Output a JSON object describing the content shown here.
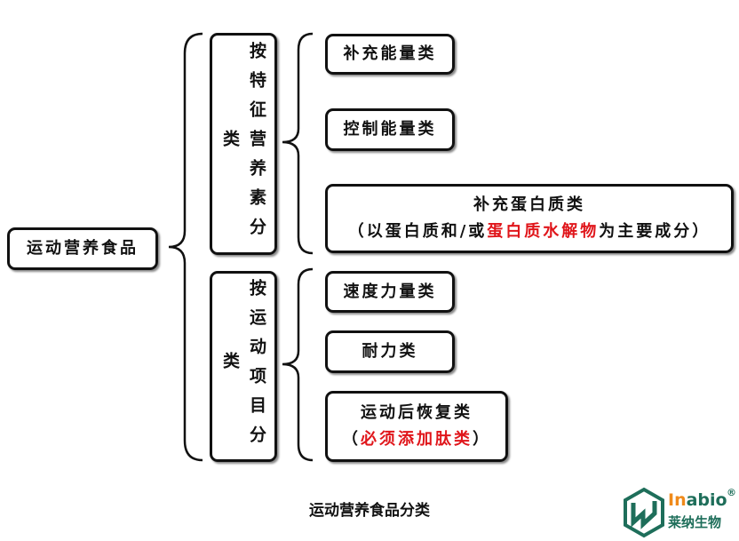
{
  "root": "运动营养食品",
  "group1": {
    "label": "按特征营养素分类",
    "items": [
      {
        "label": "补充能量类"
      },
      {
        "label": "控制能量类"
      },
      {
        "label": "补充蛋白质类",
        "note_prefix": "（以蛋白质和/或",
        "note_highlight": "蛋白质水解物",
        "note_suffix": "为主要成分）"
      }
    ]
  },
  "group2": {
    "label": "按运动项目分类",
    "items": [
      {
        "label": "速度力量类"
      },
      {
        "label": "耐力类"
      },
      {
        "label": "运动后恢复类",
        "note_prefix": "（",
        "note_highlight": "必须添加肽类",
        "note_suffix": "）"
      }
    ]
  },
  "caption": "运动营养食品分类",
  "logo": {
    "name_en_orange": "In",
    "name_en_green": "abio",
    "name_cn": "莱纳生物",
    "registered": "®"
  },
  "colors": {
    "highlight": "#e0161b",
    "logo_green": "#1e6e5a",
    "logo_orange": "#f08a1a"
  }
}
